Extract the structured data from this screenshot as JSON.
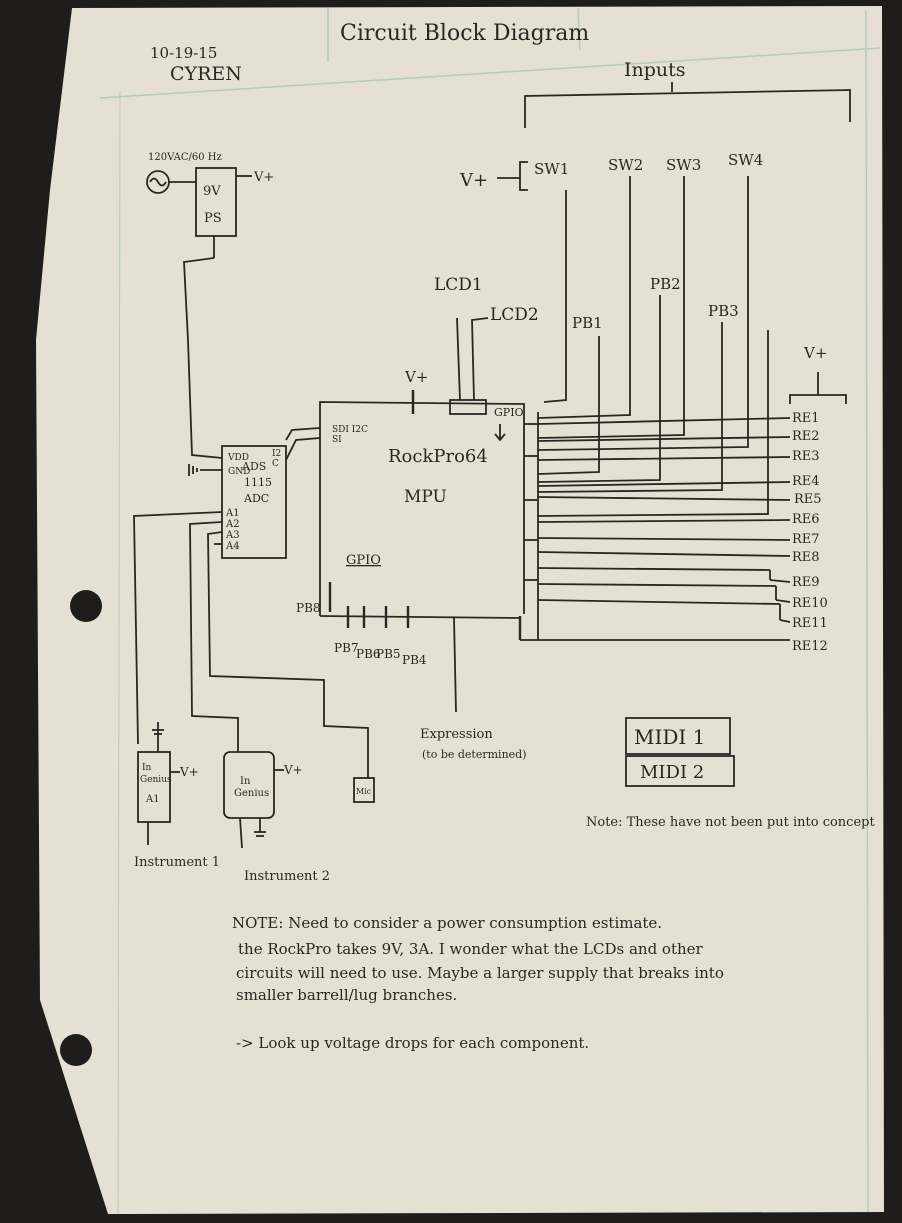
{
  "header": {
    "title": "Circuit Block Diagram",
    "date": "10-19-15",
    "author": "CYREN"
  },
  "power": {
    "ac_label": "120VAC/60 Hz",
    "supply_line1": "9V",
    "supply_line2": "PS",
    "vplus": "V+"
  },
  "inputs": {
    "group_label": "Inputs",
    "vplus": "V+",
    "switches": [
      "SW1",
      "SW2",
      "SW3",
      "SW4"
    ],
    "push_buttons": [
      "PB1",
      "PB2",
      "PB3"
    ]
  },
  "lcd": {
    "lcd1": "LCD1",
    "lcd2": "LCD2",
    "vplus": "V+"
  },
  "mpu": {
    "name": "RockPro64",
    "type": "MPU",
    "sdi_label": "SDI I2C",
    "sdi_sub": "SI",
    "gpio_top": "GPIO",
    "gpio_left": "GPIO"
  },
  "adc": {
    "vdd": "VDD",
    "gnd": "GND",
    "name": "ADS",
    "model": "1115",
    "type": "ADC",
    "i2c": "I2",
    "c": "C",
    "pins": [
      "A1",
      "A2",
      "A3",
      "A4"
    ]
  },
  "bottom_buttons": [
    "PB8",
    "PB7",
    "PB6",
    "PB5",
    "PB4"
  ],
  "expression": {
    "label": "Expression",
    "note": "(to be determined)"
  },
  "rotary_encoders": {
    "vplus": "V+",
    "items": [
      "RE1",
      "RE2",
      "RE3",
      "RE4",
      "RE5",
      "RE6",
      "RE7",
      "RE8",
      "RE9",
      "RE10",
      "RE11",
      "RE12"
    ]
  },
  "midi": {
    "box1": "MIDI 1",
    "box2": "MIDI 2",
    "note": "Note: These have not been put into concept"
  },
  "preamps": {
    "amp1_line1": "In",
    "amp1_line2": "Genius",
    "amp1_line3": "A1",
    "amp2_line1": "In",
    "amp2_line2": "Genius",
    "mic": "Mic",
    "vplus": "V+",
    "instrument1": "Instrument 1",
    "instrument2": "Instrument 2"
  },
  "notes": {
    "line1": "NOTE: Need to consider a power consumption estimate.",
    "line2": "the RockPro takes 9V, 3A. I wonder what the LCDs and other",
    "line3": "circuits will need to use. Maybe a larger supply that breaks into",
    "line4": "smaller barrell/lug branches.",
    "line5": "-> Look up voltage drops for each component."
  }
}
